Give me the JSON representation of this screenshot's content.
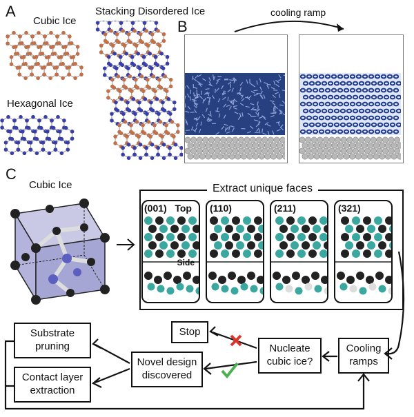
{
  "panels": {
    "a": "A",
    "b": "B",
    "c": "C"
  },
  "panel_a": {
    "cubic_label": "Cubic Ice",
    "hexagonal_label": "Hexagonal Ice",
    "stacking_label": "Stacking Disordered Ice"
  },
  "panel_b": {
    "arrow_label": "cooling ramp"
  },
  "panel_c": {
    "cube_label": "Cubic Ice",
    "extract_title": "Extract unique faces",
    "faces": [
      {
        "index": "(001)",
        "extra": "Top",
        "side": "Side"
      },
      {
        "index": "(110)",
        "extra": "",
        "side": ""
      },
      {
        "index": "(211)",
        "extra": "",
        "side": ""
      },
      {
        "index": "(321)",
        "extra": "",
        "side": ""
      }
    ],
    "flow": {
      "substrate_pruning": "Substrate pruning",
      "contact_layer": "Contact layer extraction",
      "stop": "Stop",
      "novel_design": "Novel design discovered",
      "nucleate": "Nucleate cubic ice?",
      "cooling_ramps": "Cooling ramps"
    }
  },
  "colors": {
    "cubic": "#c0704a",
    "hexagonal": "#3a3fa8",
    "water_blue": "#1f3a8a",
    "substrate_grey": "#b8b8b8",
    "teal": "#3aa7a0",
    "dark_atom": "#222222",
    "cross": "#d9342b",
    "check": "#4caf50"
  }
}
